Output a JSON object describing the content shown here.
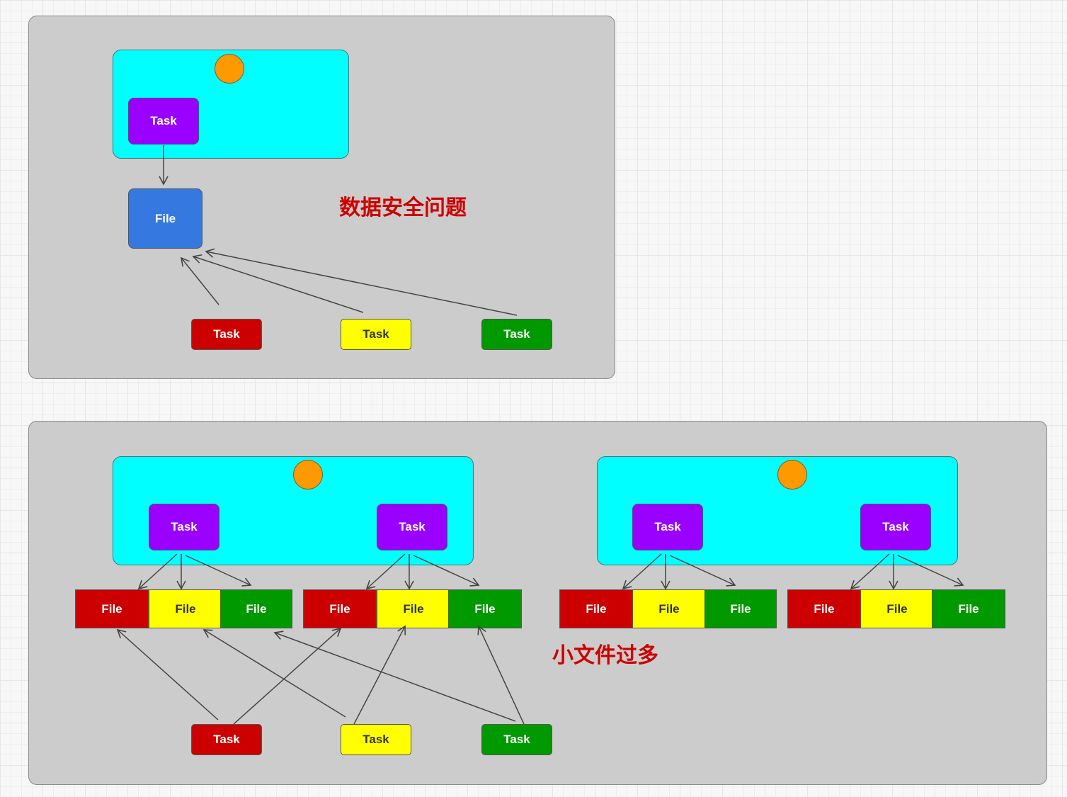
{
  "colors": {
    "panel": "#cccccc",
    "node_area": "#00ffff",
    "circle": "#ff9900",
    "task_purple": "#9900ff",
    "file_blue": "#3478e0",
    "red": "#cc0000",
    "yellow": "#ffff00",
    "green": "#009900",
    "label": "#cc0000"
  },
  "top_panel": {
    "node_task": "Task",
    "file": "File",
    "caption": "数据安全问题",
    "tasks": [
      "Task",
      "Task",
      "Task"
    ]
  },
  "bottom_panel": {
    "caption": "小文件过多",
    "node_tasks": [
      "Task",
      "Task",
      "Task",
      "Task"
    ],
    "files": [
      "File",
      "File",
      "File",
      "File",
      "File",
      "File",
      "File",
      "File",
      "File",
      "File",
      "File",
      "File"
    ],
    "tasks": [
      "Task",
      "Task",
      "Task"
    ]
  }
}
